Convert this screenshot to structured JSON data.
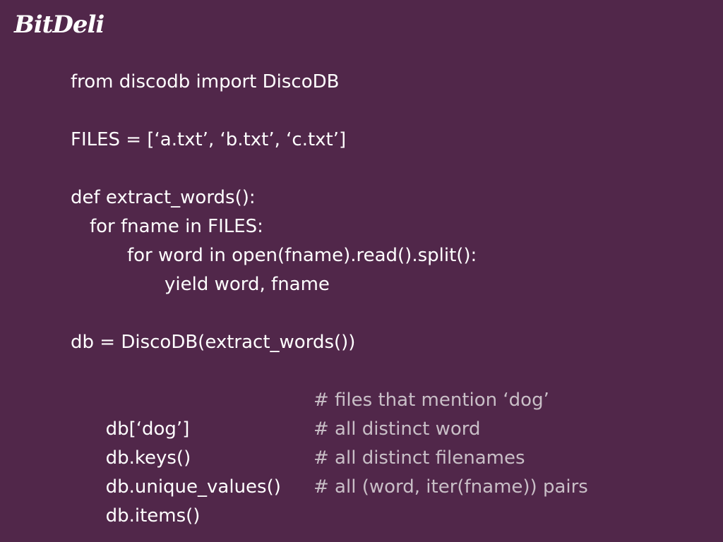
{
  "logo": "BitDeli",
  "code": {
    "import_line": "from discodb import DiscoDB",
    "files_line": "FILES = [‘a.txt’, ‘b.txt’, ‘c.txt’]",
    "def_line": "def extract_words():",
    "for_fname_line": "for fname in FILES:",
    "for_word_line": "for word in open(fname).read().split():",
    "yield_line": "yield word, fname",
    "db_line": "db = DiscoDB(extract_words())",
    "usage": [
      {
        "code": "db[‘dog’]",
        "comment": "# files that mention ‘dog’"
      },
      {
        "code": "db.keys()",
        "comment": "# all distinct word"
      },
      {
        "code": "db.unique_values()",
        "comment": "# all distinct filenames"
      },
      {
        "code": "db.items()",
        "comment": "# all (word, iter(fname)) pairs"
      }
    ]
  },
  "colors": {
    "background": "#51274a",
    "text": "#ffffff",
    "comment": "#c9bfc7"
  }
}
